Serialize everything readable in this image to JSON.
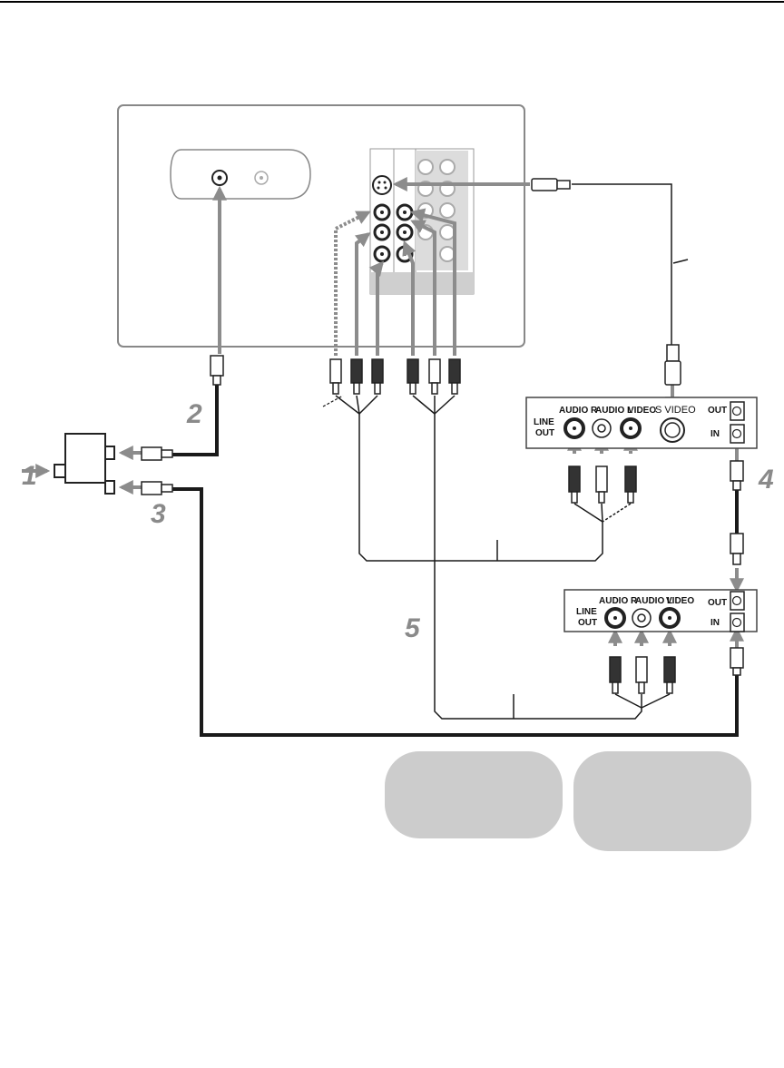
{
  "steps": [
    "1",
    "2",
    "3",
    "4",
    "5"
  ],
  "vcr1": {
    "audio_r": "AUDIO R",
    "audio_l": "AUDIO L",
    "video": "VIDEO",
    "s_video": "S VIDEO",
    "line": "LINE",
    "out_label": "OUT",
    "out": "OUT",
    "in": "IN"
  },
  "vcr2": {
    "audio_r": "AUDIO R",
    "audio_l": "AUDIO L",
    "video": "VIDEO",
    "line": "LINE",
    "out_label": "OUT",
    "out": "OUT",
    "in": "IN"
  },
  "colors": {
    "arrow": "#8c8c8c",
    "cable": "#1a1a1a",
    "panel_bg": "#c8c8c8",
    "callout_bg": "#cccccc"
  }
}
